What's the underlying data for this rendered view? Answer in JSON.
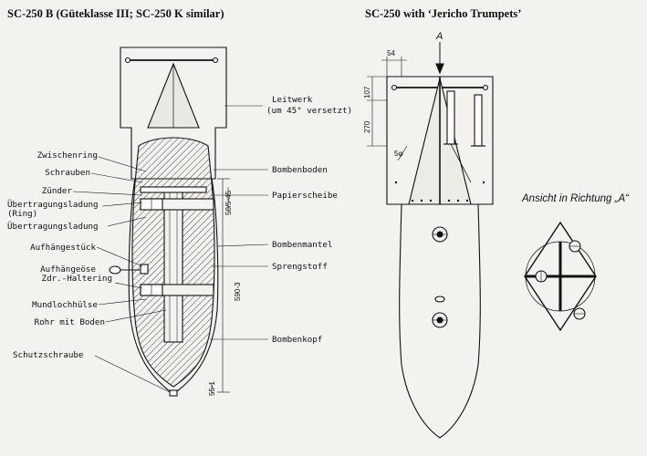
{
  "titles": {
    "left": "SC-250 B (Güteklasse III; SC-250 K similar)",
    "right": "SC-250 with ‘Jericho Trumpets’"
  },
  "labels_left": {
    "zwischenring": "Zwischenring",
    "schrauben": "Schrauben",
    "zuender": "Zünder",
    "uebertragungsladung_ring_1": "Übertragungsladung",
    "uebertragungsladung_ring_2": "(Ring)",
    "uebertragungsladung": "Übertragungsladung",
    "aufhaengestueck": "Aufhängestück",
    "aufhaengeoese": "Aufhängeöse",
    "zdr_haltering": "Zdr.-Haltering",
    "mundlochhuelse": "Mundlochhülse",
    "rohr_mit_boden": "Rohr mit Boden",
    "schutzschraube": "Schutzschraube"
  },
  "labels_right": {
    "leitwerk_1": "Leitwerk",
    "leitwerk_2": "(um 45° versetzt)",
    "bombenboden": "Bombenboden",
    "papierscheibe": "Papierscheibe",
    "bombenmantel": "Bombenmantel",
    "sprengstoff": "Sprengstoff",
    "bombenkopf": "Bombenkopf"
  },
  "dimensions": {
    "d_50": "50/5-45",
    "d_590": "590-3",
    "d_55": "55-1",
    "d_54": "54",
    "d_107": "107",
    "d_270": "270",
    "d_5phi": "5φ"
  },
  "arrow_label": "A",
  "ansicht": "Ansicht in Richtung „A“"
}
